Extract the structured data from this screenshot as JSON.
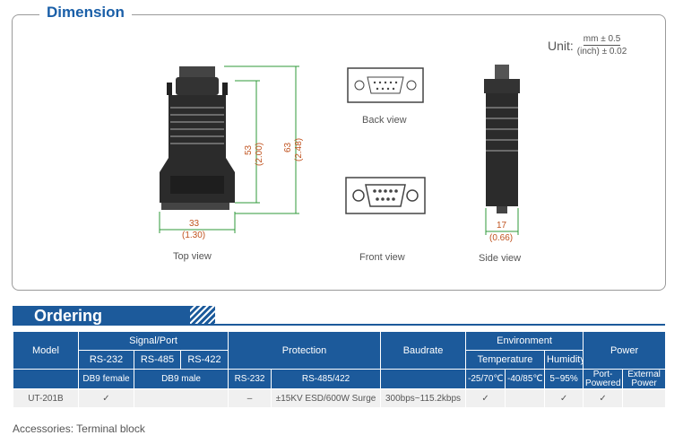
{
  "dimension": {
    "title": "Dimension",
    "unit_label": "Unit:",
    "unit_top": "mm ± 0.5",
    "unit_bottom": "(inch) ± 0.02",
    "top_view": {
      "label": "Top view",
      "height_mm": "53",
      "height_in": "(2.00)",
      "total_mm": "63",
      "total_in": "(2.48)",
      "width_mm": "33",
      "width_in": "(1.30)"
    },
    "back_view": {
      "label": "Back view"
    },
    "front_view": {
      "label": "Front view"
    },
    "side_view": {
      "label": "Side view",
      "width_mm": "17",
      "width_in": "(0.66)"
    },
    "accent_color": "#1a5fa8",
    "dim_color": "#c0531f",
    "dim_line_color": "#2f9a3a"
  },
  "ordering": {
    "title": "Ordering",
    "header_color": "#1c5a9b",
    "headers": {
      "model": "Model",
      "signal_port": "Signal/Port",
      "rs232": "RS-232",
      "rs485": "RS-485",
      "rs422": "RS-422",
      "protection": "Protection",
      "baudrate": "Baudrate",
      "environment": "Environment",
      "temperature": "Temperature",
      "humidity": "Humidity",
      "power": "Power",
      "db9_female": "DB9 female",
      "db9_male": "DB9 male",
      "prot_rs232": "RS-232",
      "prot_rs485422": "RS-485/422",
      "temp1": "-25/70℃",
      "temp2": "-40/85℃",
      "hum": "5~95%",
      "port_powered": "Port-Powered",
      "external_power": "External Power"
    },
    "row": {
      "model": "UT-201B",
      "db9_female": "✓",
      "db9_male": "",
      "prot_rs232": "–",
      "prot_rs485422": "±15KV ESD/600W Surge",
      "baudrate": "300bps~115.2kbps",
      "temp1": "✓",
      "temp2": "",
      "hum": "✓",
      "port_powered": "✓",
      "external_power": ""
    }
  },
  "accessories": {
    "label": "Accessories:",
    "value": "Terminal block"
  }
}
